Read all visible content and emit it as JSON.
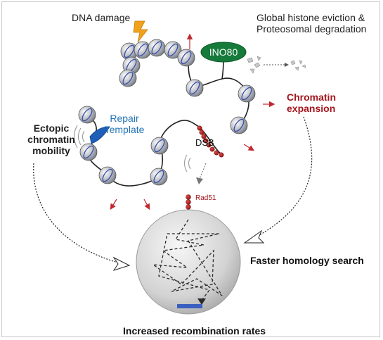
{
  "labels": {
    "dna_damage": "DNA damage",
    "histone_line1": "Global histone eviction &",
    "histone_line2": "Proteosomal degradation",
    "ino80": "INO80",
    "chromatin_expansion_line1": "Chromatin",
    "chromatin_expansion_line2": "expansion",
    "ectopic_line1": "Ectopic",
    "ectopic_line2": "chromatin",
    "ectopic_line3": "mobility",
    "repair_line1": "Repair",
    "repair_line2": "Template",
    "dsb": "DSB",
    "rad51": "Rad51",
    "faster_homology": "Faster homology search",
    "increased_recombination": "Increased recombination rates"
  },
  "colors": {
    "accent_red": "#a4161d",
    "ino80_green": "#157a3a",
    "repair_blue": "#1f73b8",
    "lightning_orange": "#f0a21b",
    "nucleosome_gray": "#8e939c"
  },
  "icons": [
    "lightning-icon",
    "nucleosome-icon",
    "ino80-complex-icon",
    "histone-fragment-icon"
  ]
}
